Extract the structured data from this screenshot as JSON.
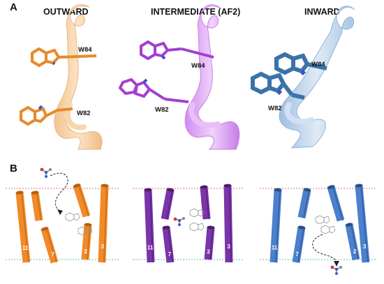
{
  "panel_a": {
    "letter": "A",
    "states": [
      {
        "title": "OUTWARD",
        "residues": [
          "W84",
          "W82"
        ],
        "color": "#f5a33a"
      },
      {
        "title": "INTERMEDIATE (AF2)",
        "residues": [
          "W84",
          "W82"
        ],
        "color": "#b04fd6"
      },
      {
        "title": "INWARD",
        "residues": [
          "W84",
          "W82"
        ],
        "color": "#3f7ab5"
      }
    ]
  },
  "panel_b": {
    "letter": "B",
    "groups": [
      {
        "name": "outward",
        "color": "#f08a2a",
        "dark": "#b95f10",
        "labels": [
          "11",
          "7",
          "2",
          "3"
        ]
      },
      {
        "name": "intermediate",
        "color": "#7a35a8",
        "dark": "#4c1c6e",
        "labels": [
          "11",
          "7",
          "2",
          "3"
        ]
      },
      {
        "name": "inward",
        "color": "#4a80cc",
        "dark": "#284f8a",
        "labels": [
          "11",
          "7",
          "2",
          "3"
        ]
      }
    ]
  }
}
